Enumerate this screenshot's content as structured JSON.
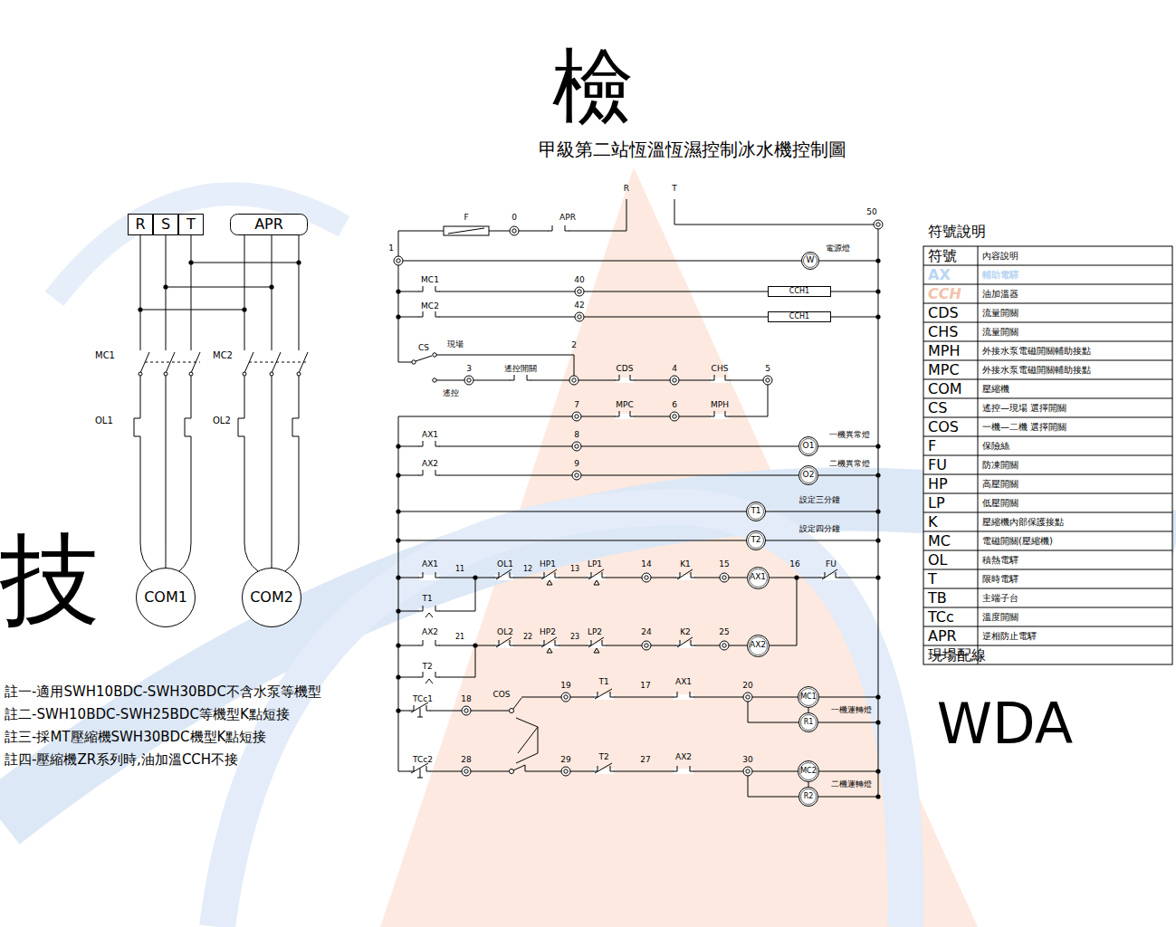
{
  "diagram": {
    "title": "甲級第二站恆溫恆濕控制冰水機控制圖",
    "nodes": [
      {
        "text": [
          "R"
        ]
      },
      {
        "text": [
          "S"
        ]
      },
      {
        "text": [
          "T"
        ]
      },
      {
        "text": [
          "APR"
        ]
      },
      {
        "text": [
          "COM1"
        ]
      },
      {
        "text": [
          "COM2"
        ]
      },
      {
        "text": [
          "W"
        ]
      },
      {
        "text": [
          "CCH1"
        ]
      },
      {
        "text": [
          "CCH1"
        ]
      },
      {
        "text": [
          "O1"
        ]
      },
      {
        "text": [
          "O2"
        ]
      },
      {
        "text": [
          "T1"
        ]
      },
      {
        "text": [
          "T2"
        ]
      },
      {
        "text": [
          "AX1"
        ]
      },
      {
        "text": [
          "AX2"
        ]
      },
      {
        "text": [
          "MC1"
        ]
      },
      {
        "text": [
          "R1"
        ]
      },
      {
        "text": [
          "MC2"
        ]
      },
      {
        "text": [
          "R2"
        ]
      }
    ],
    "edges": [
      {
        "from": 15,
        "to": 16,
        "arrow": "none"
      },
      {
        "from": 17,
        "to": 18,
        "arrow": "none"
      }
    ],
    "labels": [
      "MC1",
      "MC2",
      "OL1",
      "OL2",
      "註一-適用SWH10BDC-SWH30BDC不含水泵等機型",
      "註二-SWH10BDC-SWH25BDC等機型K點短接",
      "註三-採MT壓縮機SWH30BDC機型K點短接",
      "註四-壓縮機ZR系列時,油加溫CCH不接",
      "F",
      "0",
      "APR",
      "R",
      "T",
      "50",
      "1",
      "電源燈",
      "MC1",
      "40",
      "MC2",
      "42",
      "CS",
      "現場",
      "2",
      "3",
      "遙控開關",
      "遙控",
      "CDS",
      "4",
      "CHS",
      "5",
      "7",
      "MPC",
      "6",
      "MPH",
      "AX1",
      "8",
      "一機異常燈",
      "AX2",
      "9",
      "二機異常燈",
      "設定三分鐘",
      "設定四分鐘",
      "AX1",
      "11",
      "OL1",
      "HP1",
      "12",
      "LP1",
      "13",
      "14",
      "K1",
      "15",
      "16",
      "FU",
      "T1",
      "AX2",
      "21",
      "OL2",
      "HP2",
      "22",
      "LP2",
      "23",
      "24",
      "K2",
      "25",
      "T2",
      "TCc1",
      "18",
      "COS",
      "19",
      "T1",
      "17",
      "AX1",
      "20",
      "一機運轉燈",
      "TCc2",
      "28",
      "29",
      "T2",
      "27",
      "AX2",
      "30",
      "二機運轉燈",
      "檢",
      "技",
      "WDA",
      "符號說明",
      "符號",
      "內容說明",
      "AX",
      "輔助電驛",
      "CCH",
      "油加溫器",
      "CDS",
      "流量開關",
      "CHS",
      "流量開關",
      "MPH",
      "外接水泵電磁開關輔助接點",
      "MPC",
      "外接水泵電磁開關輔助接點",
      "COM",
      "壓縮機",
      "CS",
      "遙控—現場 選擇開關",
      "COS",
      "一機—二機 選擇開關",
      "F",
      "保險絲",
      "FU",
      "防凍開關",
      "HP",
      "高壓開關",
      "LP",
      "低壓開關",
      "K",
      "壓縮機內部保護接點",
      "MC",
      "電磁開關(壓縮機)",
      "OL",
      "積熱電驛",
      "T",
      "限時電驛",
      "TB",
      "主端子台",
      "TCc",
      "溫度開關",
      "APR",
      "逆相防止電驛",
      "現場配線"
    ]
  }
}
